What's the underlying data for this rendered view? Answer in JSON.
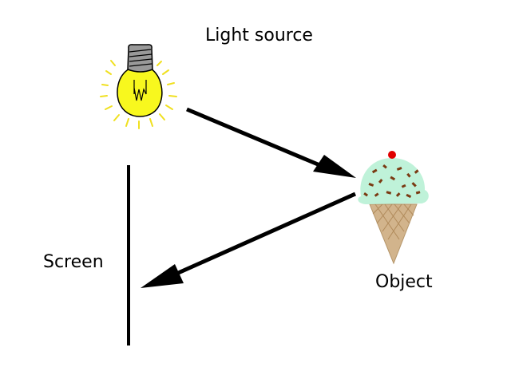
{
  "labels": {
    "light_source": "Light source",
    "object": "Object",
    "screen": "Screen"
  },
  "colors": {
    "bulb_glass": "#f8f81e",
    "bulb_rays": "#f0e020",
    "bulb_base": "#999999",
    "ice_cream": "#bff2d9",
    "chips": "#7a3a12",
    "cherry": "#e00000",
    "cone": "#d2b48c",
    "arrows": "#000000"
  },
  "icons": [
    "light-bulb-icon",
    "ice-cream-icon"
  ]
}
